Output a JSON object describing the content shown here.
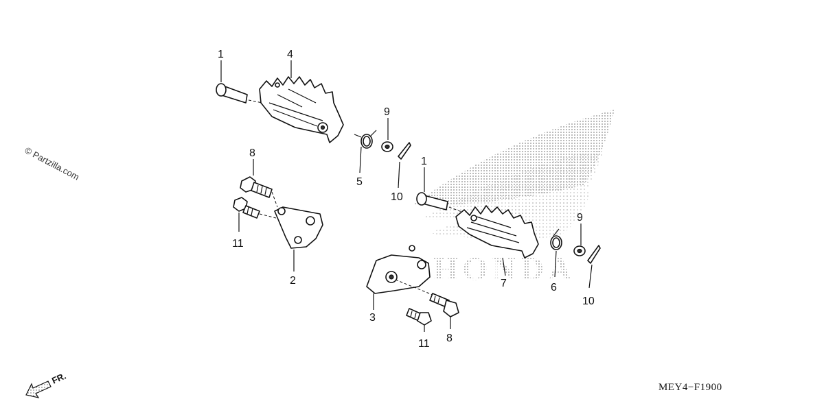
{
  "callouts": {
    "c1a": "1",
    "c4": "4",
    "c9a": "9",
    "c5": "5",
    "c10a": "10",
    "c8a": "8",
    "c11a": "11",
    "c2": "2",
    "c1b": "1",
    "c9b": "9",
    "c7": "7",
    "c6": "6",
    "c10b": "10",
    "c3": "3",
    "c11b": "11",
    "c8b": "8"
  },
  "watermark": "© Partzilla.com",
  "brand_logo_text": "HONDA",
  "direction_label": "FR.",
  "diagram_code": "MEY4−F1900",
  "colors": {
    "ink": "#111111",
    "logo_dots": "#9a9a9a",
    "background": "#ffffff"
  },
  "icons": {
    "front_arrow": "front-direction-arrow-icon",
    "logo": "honda-wing-logo"
  }
}
